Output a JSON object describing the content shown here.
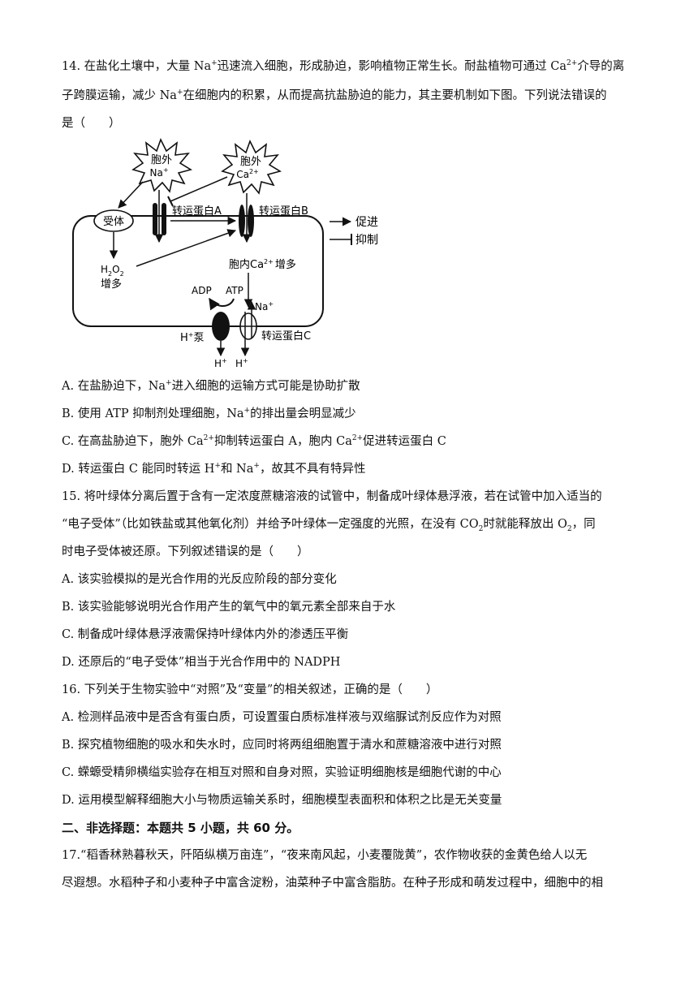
{
  "q14": {
    "line1a": "14. 在盐化土壤中，大量 Na",
    "line1b": "迅速流入细胞，形成胁迫，影响植物正常生长。耐盐植物可通过 Ca",
    "line1c": "介导的离",
    "line2a": "子跨膜运输，减少 Na",
    "line2b": "在细胞内的积累，从而提高抗盐胁迫的能力，其主要机制如下图。下列说法错误的",
    "line3": "是（　　）",
    "sup_plus": "+",
    "sup_2plus": "2+",
    "diagram": {
      "star1_l1": "胞外",
      "star1_l2": "Na",
      "star2_l1": "胞外",
      "star2_l2": "Ca",
      "receptor": "受体",
      "protein_a": "转运蛋白A",
      "protein_b": "转运蛋白B",
      "protein_c": "转运蛋白C",
      "h2o2_a": "H",
      "h2o2_b": "2",
      "h2o2_c": "O",
      "h2o2_d": "2",
      "h2o2_inc": "增多",
      "ca_in_a": "胞内Ca",
      "ca_in_b": "增多",
      "adp": "ADP",
      "atp": "ATP",
      "na": "Na",
      "hpump": "泵",
      "h": "H",
      "legend_promote": "促进",
      "legend_inhibit": "抑制"
    },
    "opt_a1": "A. 在盐胁迫下，Na",
    "opt_a2": "进入细胞的运输方式可能是协助扩散",
    "opt_b1": "B. 使用 ATP 抑制剂处理细胞，Na",
    "opt_b2": "的排出量会明显减少",
    "opt_c1": "C. 在高盐胁迫下，胞外 Ca",
    "opt_c2": "抑制转运蛋白 A，胞内 Ca",
    "opt_c3": "促进转运蛋白 C",
    "opt_d1": "D. 转运蛋白 C 能同时转运 H",
    "opt_d2": "和 Na",
    "opt_d3": "，故其不具有特异性"
  },
  "q15": {
    "line1": "15. 将叶绿体分离后置于含有一定浓度蔗糖溶液的试管中，制备成叶绿体悬浮液，若在试管中加入适当的",
    "line2a": "“电子受体”（比如铁盐或其他氧化剂）并给予叶绿体一定强度的光照，在没有 CO",
    "line2b": "2",
    "line2c": "时就能释放出 O",
    "line2d": "2",
    "line2e": "，同",
    "line3": "时电子受体被还原。下列叙述错误的是（　　）",
    "opt_a": "A. 该实验模拟的是光合作用的光反应阶段的部分变化",
    "opt_b": "B. 该实验能够说明光合作用产生的氧气中的氧元素全部来自于水",
    "opt_c": "C. 制备成叶绿体悬浮液需保持叶绿体内外的渗透压平衡",
    "opt_d": "D. 还原后的“电子受体”相当于光合作用中的 NADPH"
  },
  "q16": {
    "line1": "16. 下列关于生物实验中“对照”及“变量”的相关叙述，正确的是（　　）",
    "opt_a": "A. 检测样品液中是否含有蛋白质，可设置蛋白质标准样液与双缩脲试剂反应作为对照",
    "opt_b": "B. 探究植物细胞的吸水和失水时，应同时将两组细胞置于清水和蔗糖溶液中进行对照",
    "opt_c": "C. 蝾螈受精卵横缢实验存在相互对照和自身对照，实验证明细胞核是细胞代谢的中心",
    "opt_d": "D. 运用模型解释细胞大小与物质运输关系时，细胞模型表面积和体积之比是无关变量"
  },
  "section2": "二、非选择题：本题共 5 小题，共 60 分。",
  "q17": {
    "line1": "17.“稻香秫熟暮秋天，阡陌纵横万亩连”，“夜来南风起，小麦覆陇黄”，农作物收获的金黄色给人以无",
    "line2": "尽遐想。水稻种子和小麦种子中富含淀粉，油菜种子中富含脂肪。在种子形成和萌发过程中，细胞中的相"
  }
}
